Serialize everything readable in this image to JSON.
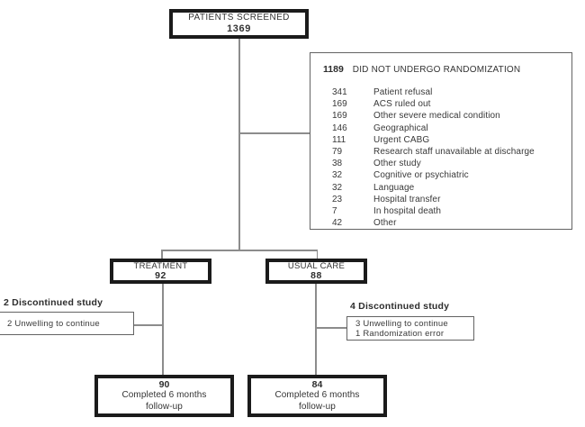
{
  "screened": {
    "label": "PATIENTS SCREENED",
    "value": "1369"
  },
  "not_randomized": {
    "value": "1189",
    "label": "DID NOT UNDERGO RANDOMIZATION",
    "reasons": [
      {
        "n": "341",
        "label": "Patient refusal"
      },
      {
        "n": "169",
        "label": "ACS ruled out"
      },
      {
        "n": "169",
        "label": "Other severe medical condition"
      },
      {
        "n": "146",
        "label": "Geographical"
      },
      {
        "n": "111",
        "label": "Urgent CABG"
      },
      {
        "n": "79",
        "label": "Research staff unavailable at discharge"
      },
      {
        "n": "38",
        "label": "Other study"
      },
      {
        "n": "32",
        "label": "Cognitive or psychiatric"
      },
      {
        "n": "32",
        "label": "Language"
      },
      {
        "n": "23",
        "label": "Hospital transfer"
      },
      {
        "n": "7",
        "label": "In hospital death"
      },
      {
        "n": "42",
        "label": "Other"
      }
    ]
  },
  "treatment": {
    "label": "TREATMENT",
    "value": "92"
  },
  "usual_care": {
    "label": "USUAL CARE",
    "value": "88"
  },
  "treatment_discontinued": {
    "title": "2 Discontinued study",
    "lines": [
      "2 Unwelling to continue"
    ]
  },
  "usual_discontinued": {
    "title": "4 Discontinued study",
    "lines": [
      "3 Unwelling to continue",
      "1 Randomization error"
    ]
  },
  "treatment_completed": {
    "value": "90",
    "line1": "Completed 6 months",
    "line2": "follow-up"
  },
  "usual_completed": {
    "value": "84",
    "line1": "Completed 6 months",
    "line2": "follow-up"
  },
  "colors": {
    "heavy_border": "#1b1b1b",
    "light_border": "#636363",
    "connector": "#8c8c8c",
    "text": "#333333"
  }
}
